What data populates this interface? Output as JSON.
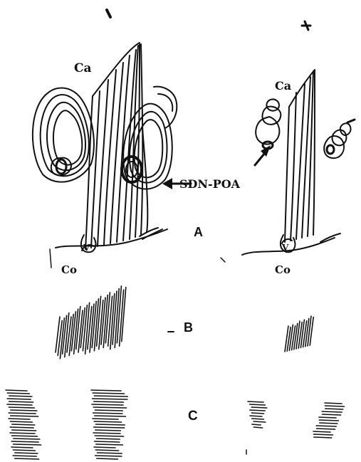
{
  "labels": {
    "ca_left": "Ca",
    "ca_right": "Ca",
    "co_left": "Co",
    "co_right": "Co",
    "v_left": "V",
    "v_right": "V",
    "region": "SDN-POA",
    "panel_a": "A",
    "panel_b": "B",
    "panel_c": "C"
  },
  "colors": {
    "ink": "#111111",
    "paper": "#ffffff"
  }
}
